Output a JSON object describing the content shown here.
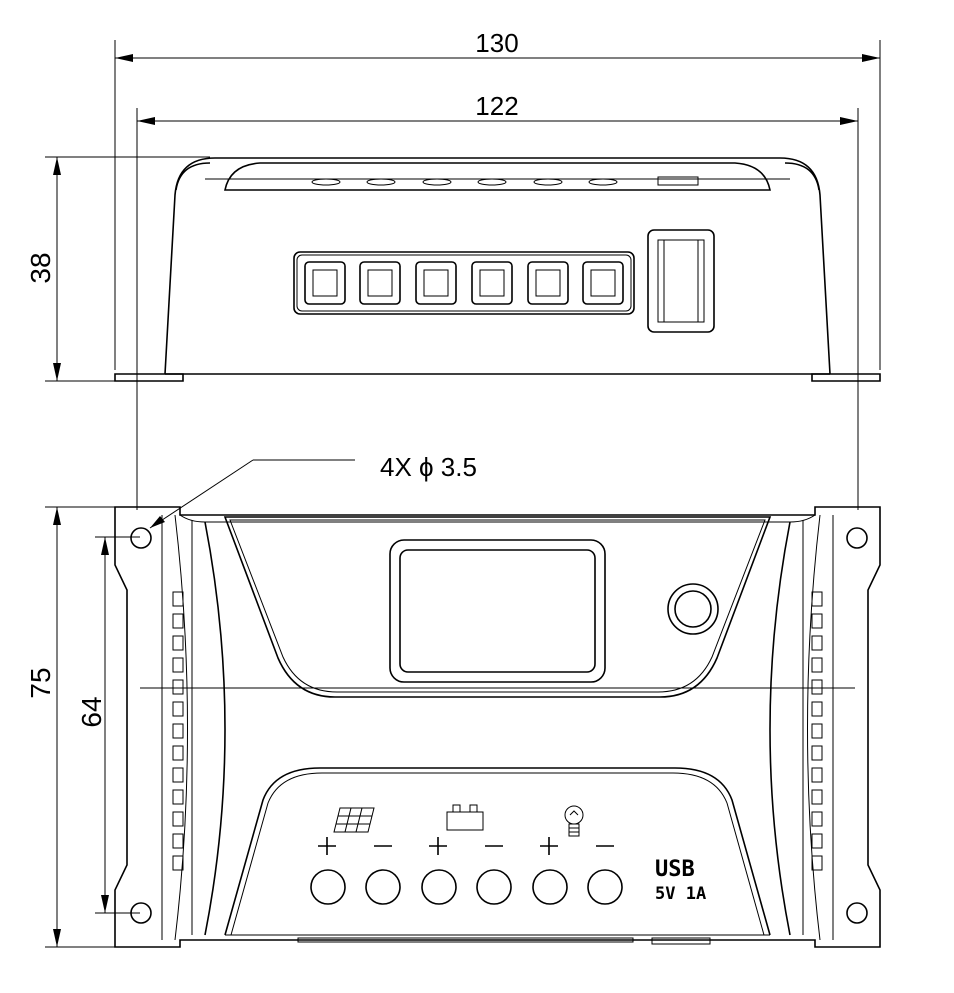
{
  "dimensions": {
    "overall_width": "130",
    "mounting_width": "122",
    "height": "38",
    "depth": "75",
    "mounting_depth": "64"
  },
  "callout": {
    "holes": "4X ϕ 3.5"
  },
  "usb": {
    "label": "USB",
    "rating": "5V 1A"
  },
  "terminals": {
    "plus": "+",
    "minus": "−"
  },
  "icons": [
    "solar-panel-icon",
    "battery-icon",
    "light-bulb-icon"
  ]
}
